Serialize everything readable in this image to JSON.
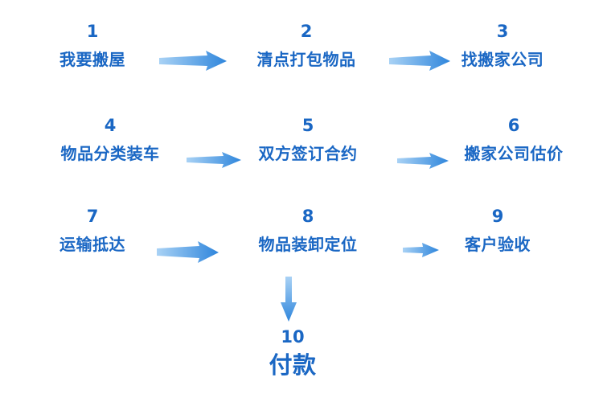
{
  "steps": [
    {
      "num": "1",
      "label": "我要搬屋"
    },
    {
      "num": "2",
      "label": "清点打包物品"
    },
    {
      "num": "3",
      "label": "找搬家公司"
    },
    {
      "num": "4",
      "label": "物品分类装车"
    },
    {
      "num": "5",
      "label": "双方签订合约"
    },
    {
      "num": "6",
      "label": "搬家公司估价"
    },
    {
      "num": "7",
      "label": "运输抵达"
    },
    {
      "num": "8",
      "label": "物品装卸定位"
    },
    {
      "num": "9",
      "label": "客户验收"
    },
    {
      "num": "10",
      "label": "付款"
    }
  ],
  "colors": {
    "text": "#1a67c4",
    "arrow_light": "#7ab8ee",
    "arrow_dark": "#2f86dc"
  }
}
